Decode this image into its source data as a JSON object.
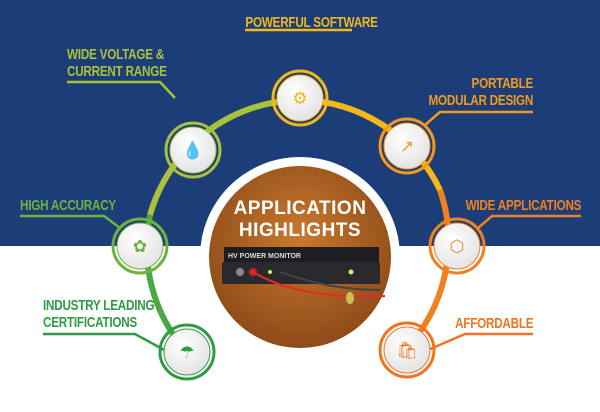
{
  "center": {
    "title_line1": "APPLICATION",
    "title_line2": "HIGHLIGHTS",
    "device_label": "HV POWER MONITOR"
  },
  "features": [
    {
      "label": "POWERFUL SOFTWARE",
      "icon": "head-gears-icon",
      "color": "#f2b71b"
    },
    {
      "label_line1": "WIDE VOLTAGE &",
      "label_line2": "CURRENT RANGE",
      "icon": "water-drop-leaf-icon",
      "color": "#a9c23b"
    },
    {
      "label": "HIGH ACCURACY",
      "icon": "plant-bulb-icon",
      "color": "#6cb33f"
    },
    {
      "label_line1": "INDUSTRY LEADING",
      "label_line2": "CERTIFICATIONS",
      "icon": "cloud-rain-icon",
      "color": "#2f9a44"
    },
    {
      "label_line1": "PORTABLE",
      "label_line2": "MODULAR DESIGN",
      "icon": "growth-chart-icon",
      "color": "#f39a1e"
    },
    {
      "label": "WIDE APPLICATIONS",
      "icon": "hexagon-network-icon",
      "color": "#f08121"
    },
    {
      "label": "AFFORDABLE",
      "icon": "shopping-bag-icon",
      "color": "#ef741f"
    }
  ]
}
